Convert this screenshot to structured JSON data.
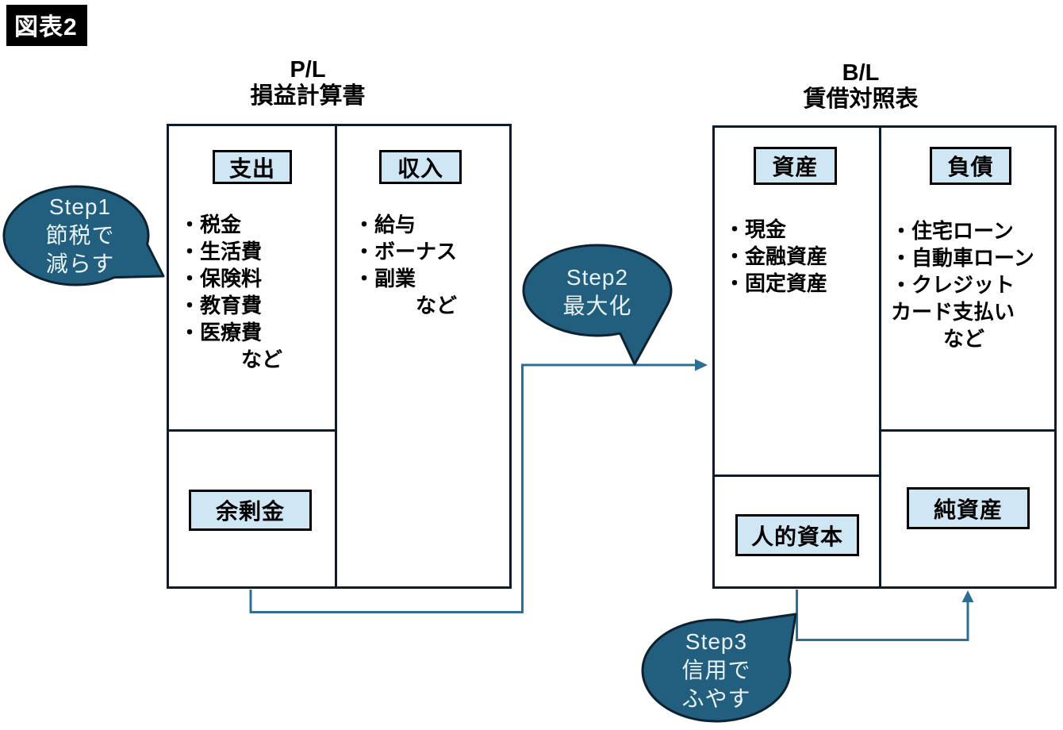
{
  "figure_label": "図表2",
  "colors": {
    "bubble_fill": "#225e7e",
    "bubble_stroke": "#0d2231",
    "bubble_text": "#e9f2f7",
    "box_border": "#0e1c29",
    "label_box_fill": "#cfe7f5",
    "label_box_border": "#000000",
    "connector": "#2e6d94",
    "text": "#000000"
  },
  "pl": {
    "title_line1": "P/L",
    "title_line2": "損益計算書",
    "expense_label": "支出",
    "income_label": "収入",
    "expense_items": [
      "・税金",
      "・生活費",
      "・保険料",
      "・教育費",
      "・医療費"
    ],
    "expense_etc": "など",
    "income_items": [
      "・給与",
      "・ボーナス",
      "・副業"
    ],
    "income_etc": "など",
    "surplus_label": "余剰金"
  },
  "bl": {
    "title_line1": "B/L",
    "title_line2": "賃借対照表",
    "assets_label": "資産",
    "liabilities_label": "負債",
    "asset_items": [
      "・現金",
      "・金融資産",
      "・固定資産"
    ],
    "liability_items": [
      "・住宅ローン",
      "・自動車ローン",
      "・クレジット",
      "カード支払い"
    ],
    "liability_etc": "など",
    "human_capital_label": "人的資本",
    "net_assets_label": "純資産"
  },
  "steps": {
    "step1": {
      "line1": "Step1",
      "line2": "節税で",
      "line3": "減らす"
    },
    "step2": {
      "line1": "Step2",
      "line2": "最大化"
    },
    "step3": {
      "line1": "Step3",
      "line2": "信用で",
      "line3": "ふやす"
    }
  }
}
